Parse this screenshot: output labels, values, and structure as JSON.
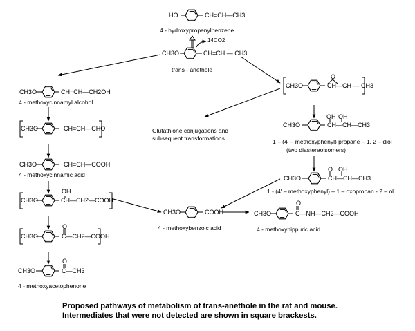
{
  "figure": {
    "caption_line1": "Proposed pathways of metabolism of trans-anethole in the rat and mouse.",
    "caption_line2": "Intermediates  that were not detected are shown in square brackests."
  },
  "compounds": {
    "hydroxypropenylbenzene": {
      "name": "4 - hydroxypropenylbenzene",
      "left": "HO",
      "right": "CH=CH—CH3"
    },
    "anethole": {
      "name_prefix": "trans",
      "name_suffix": " - anethole",
      "left": "CH3O",
      "right": "CH=CH — CH3",
      "co2_label": "14CO2"
    },
    "methoxycinnamyl_alcohol": {
      "name": "4 - methoxycinnamyl alcohol",
      "left": "CH3O",
      "right": "CH=CH—CH2OH"
    },
    "methoxycinnamaldehyde": {
      "bracketed": true,
      "left": "CH3O",
      "right": "CH=CH—CHO"
    },
    "methoxycinnamic_acid": {
      "name": "4 - methoxycinnamic acid",
      "left": "CH3O",
      "right": "CH=CH—COOH"
    },
    "hydroxy_propanoic_acid": {
      "bracketed": true,
      "left": "CH3O",
      "right": "CH—CH2—COOH",
      "substituent": "OH"
    },
    "oxo_propanoic_acid": {
      "bracketed": true,
      "left": "CH3O",
      "right": "C—CH2—COOH",
      "substituent": "O"
    },
    "methoxyacetophenone": {
      "name": "4 - methoxyacetophenone",
      "left": "CH3O",
      "right": "C—CH3",
      "substituent": "O"
    },
    "epoxide": {
      "bracketed": true,
      "left": "CH3O",
      "right": "CH—CH — CH3",
      "substituent": "O"
    },
    "diol": {
      "name_line1": "1 – (4' – methoxyphenyl) propane – 1, 2 – diol",
      "name_line2": "(two diastereoisomers)",
      "left": "CH3O",
      "right": "CH—CH—CH3",
      "substituent1": "OH",
      "substituent2": "OH"
    },
    "oxopropanol": {
      "name": "1 - (4' – methoxyphenyl) – 1 – oxopropan - 2 – ol",
      "left": "CH3O",
      "right": "CH—CH—CH3",
      "substituent1": "O",
      "substituent2": "OH"
    },
    "methoxybenzoic_acid": {
      "name": "4 - methoxybenzoic acid",
      "left": "CH3O",
      "right": "COOH"
    },
    "methoxyhippuric_acid": {
      "name": "4 - methoxyhippuric acid",
      "left": "CH3O",
      "right": "C—NH—CH2—COOH",
      "substituent": "O"
    }
  },
  "annotations": {
    "glutathione_line1": "Glutathione conjugations and",
    "glutathione_line2": "subsequent transformations"
  }
}
